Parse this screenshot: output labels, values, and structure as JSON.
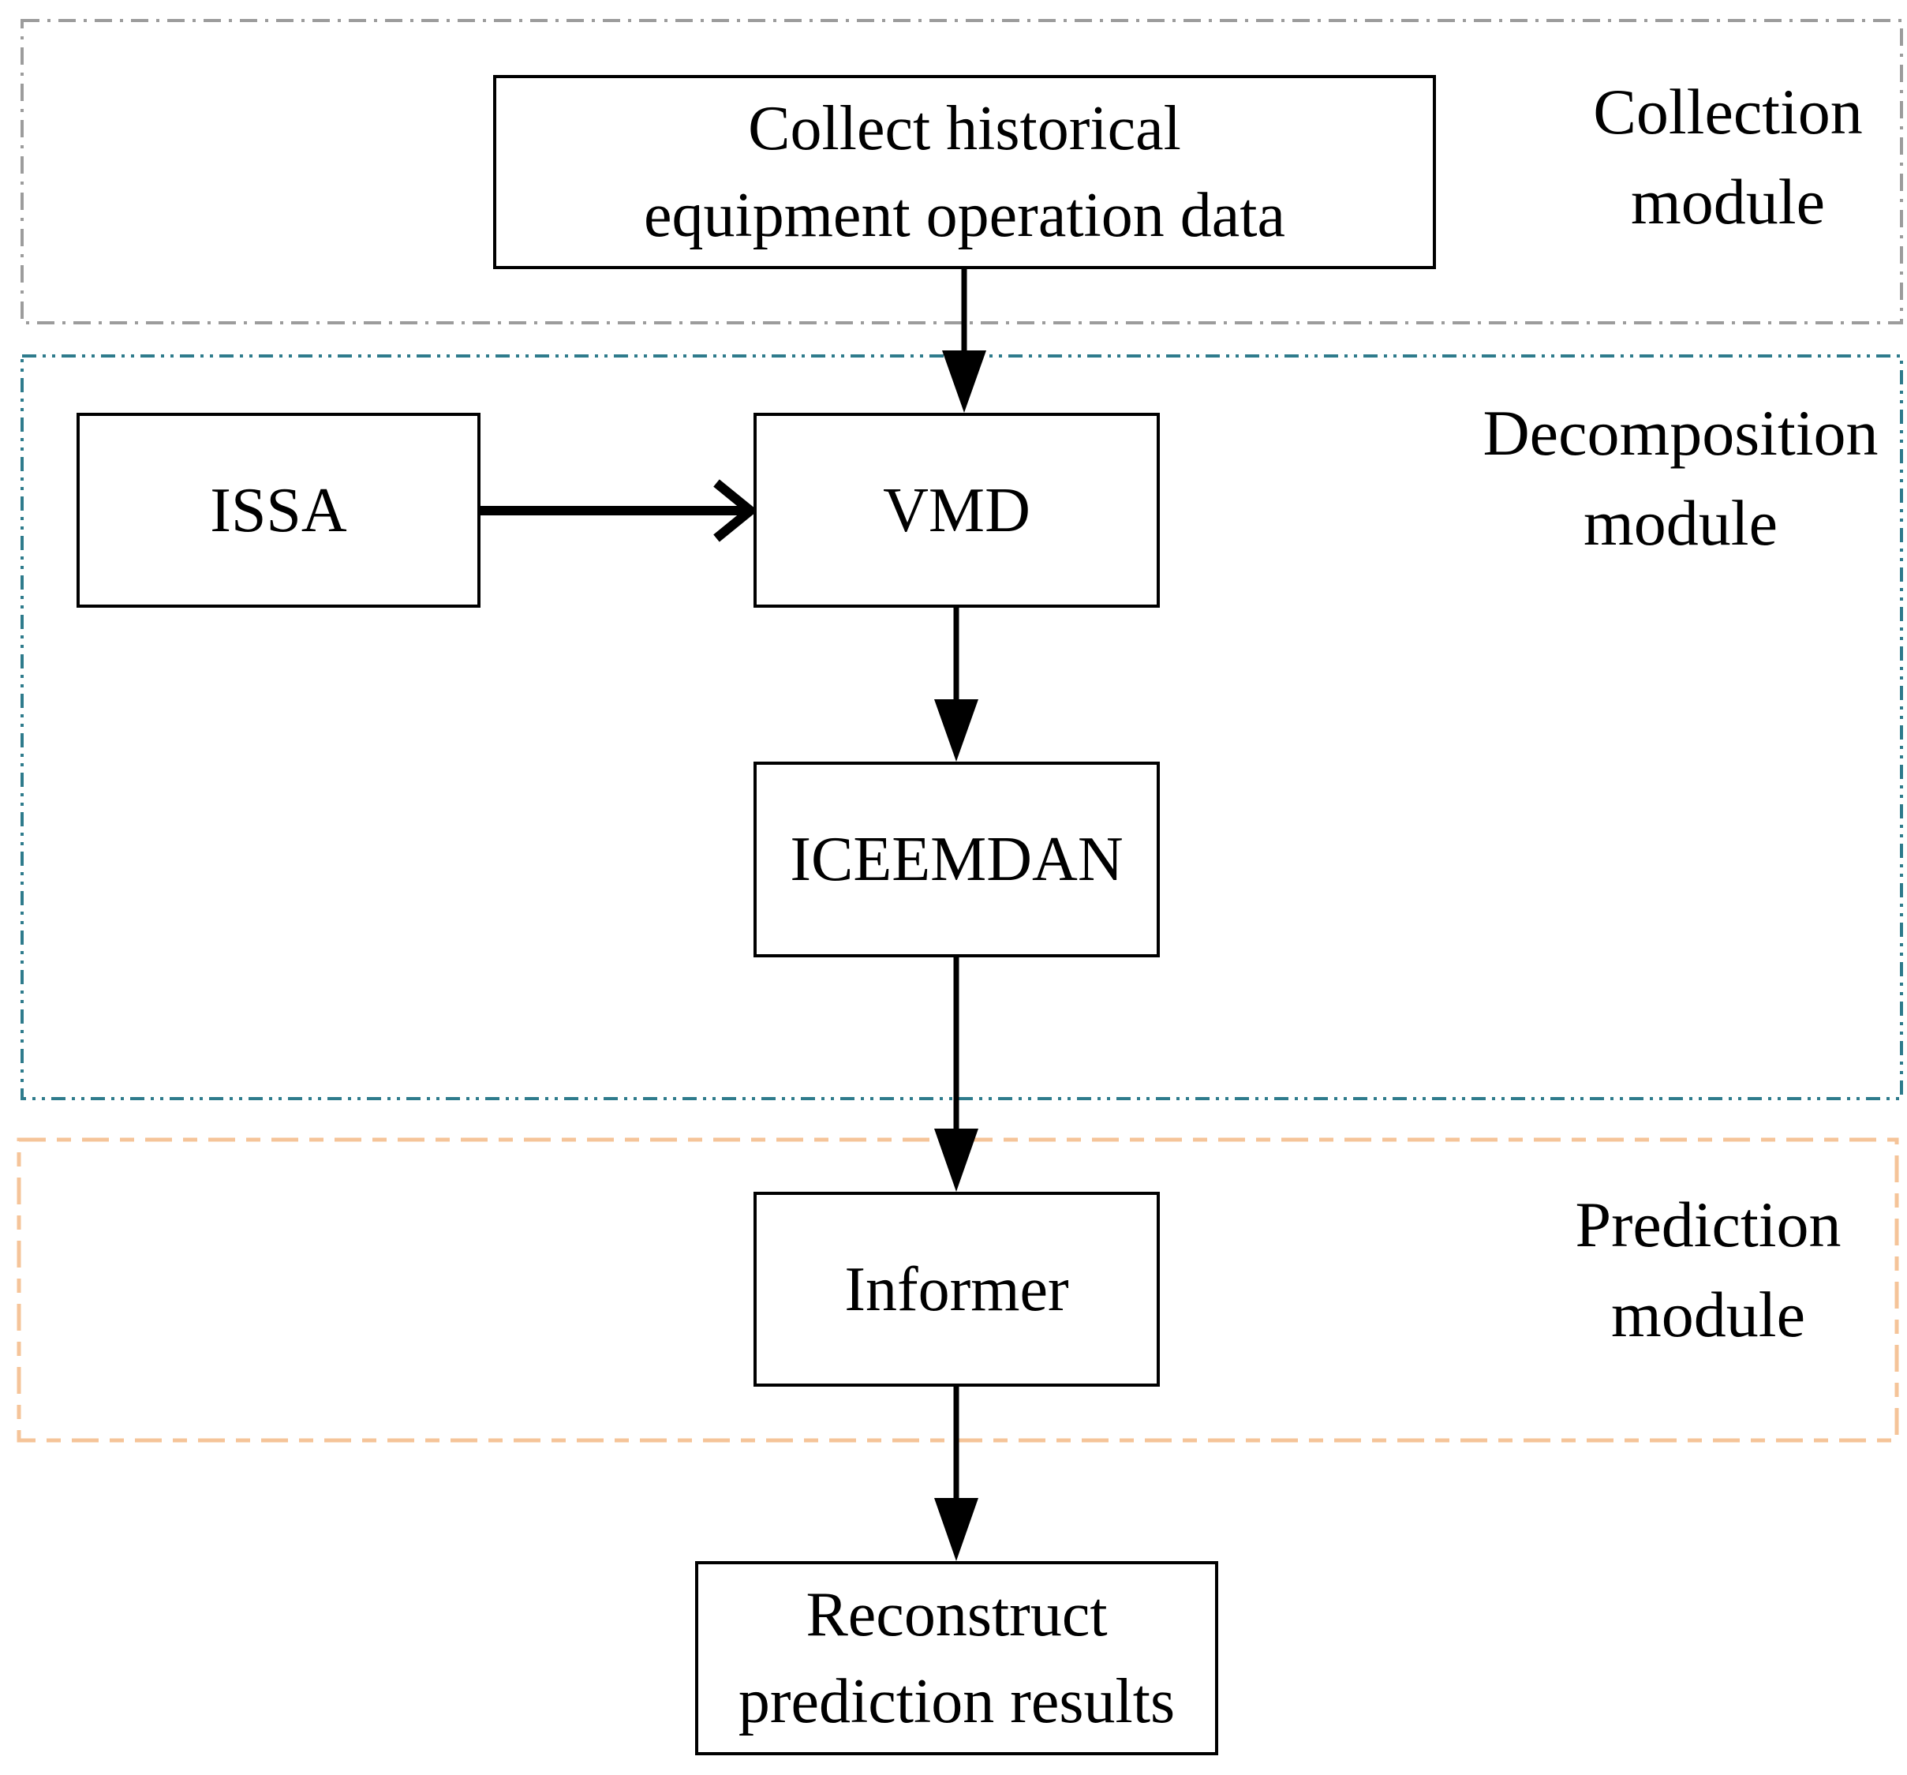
{
  "diagram": {
    "background_color": "#ffffff",
    "line_color": "#000000",
    "modules": {
      "collection": {
        "label_line1": "Collection",
        "label_line2": "module",
        "border_color": "#9c9c9c",
        "border_style": "dash-dot"
      },
      "decomposition": {
        "label_line1": "Decomposition",
        "label_line2": "module",
        "border_color": "#2e7b8c",
        "border_style": "dash-dot-dot"
      },
      "prediction": {
        "label_line1": "Prediction",
        "label_line2": "module",
        "border_color": "#f5c499",
        "border_style": "dashed"
      }
    },
    "nodes": {
      "collect": {
        "line1": "Collect historical",
        "line2": "equipment operation data"
      },
      "issa": {
        "label": "ISSA"
      },
      "vmd": {
        "label": "VMD"
      },
      "iceemdan": {
        "label": "ICEEMDAN"
      },
      "informer": {
        "label": "Informer"
      },
      "reconstruct": {
        "line1": "Reconstruct",
        "line2": "prediction results"
      }
    },
    "edges": [
      {
        "from": "collect",
        "to": "vmd"
      },
      {
        "from": "issa",
        "to": "vmd"
      },
      {
        "from": "vmd",
        "to": "iceemdan"
      },
      {
        "from": "iceemdan",
        "to": "informer"
      },
      {
        "from": "informer",
        "to": "reconstruct"
      }
    ]
  }
}
